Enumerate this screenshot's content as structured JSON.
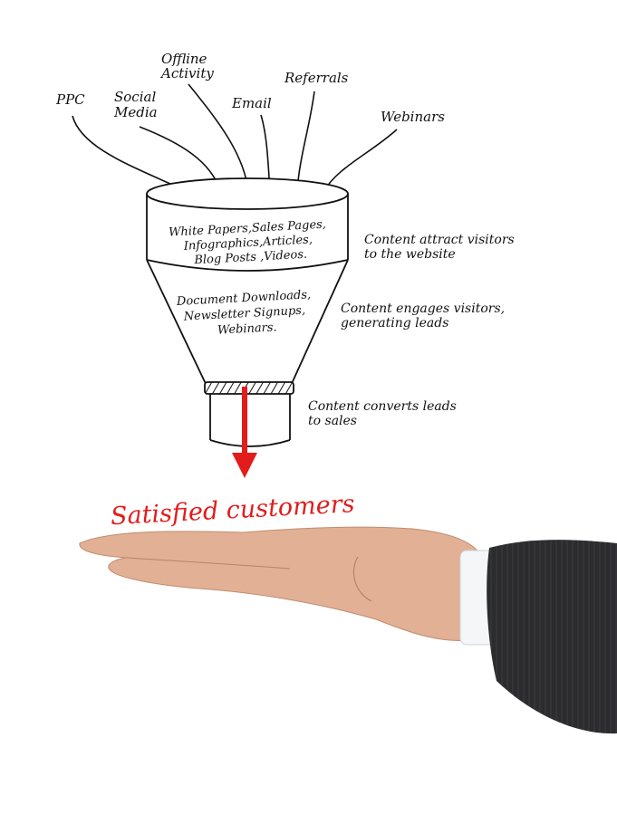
{
  "sources": [
    {
      "lines": [
        "PPC"
      ]
    },
    {
      "lines": [
        "Social",
        "Media"
      ]
    },
    {
      "lines": [
        "Offline",
        "Activity"
      ]
    },
    {
      "lines": [
        "Email"
      ]
    },
    {
      "lines": [
        "Referrals"
      ]
    },
    {
      "lines": [
        "Webinars"
      ]
    }
  ],
  "funnel": {
    "top_lines": [
      "White Papers,Sales Pages,",
      "Infographics,Articles,",
      "Blog Posts ,Videos."
    ],
    "middle_lines": [
      "Document Downloads,",
      "Newsletter Signups,",
      "Webinars."
    ]
  },
  "stages": [
    {
      "lines": [
        "Content attract visitors",
        "to the website"
      ]
    },
    {
      "lines": [
        "Content engages visitors,",
        "generating leads"
      ]
    },
    {
      "lines": [
        "Content converts leads",
        "to sales"
      ]
    }
  ],
  "result": "Satisfied customers",
  "colors": {
    "ink": "#111111",
    "accent": "#e31b1b",
    "skin": "#e2b094",
    "suit": "#2c2c2f",
    "cuff": "#f4f6f8"
  }
}
